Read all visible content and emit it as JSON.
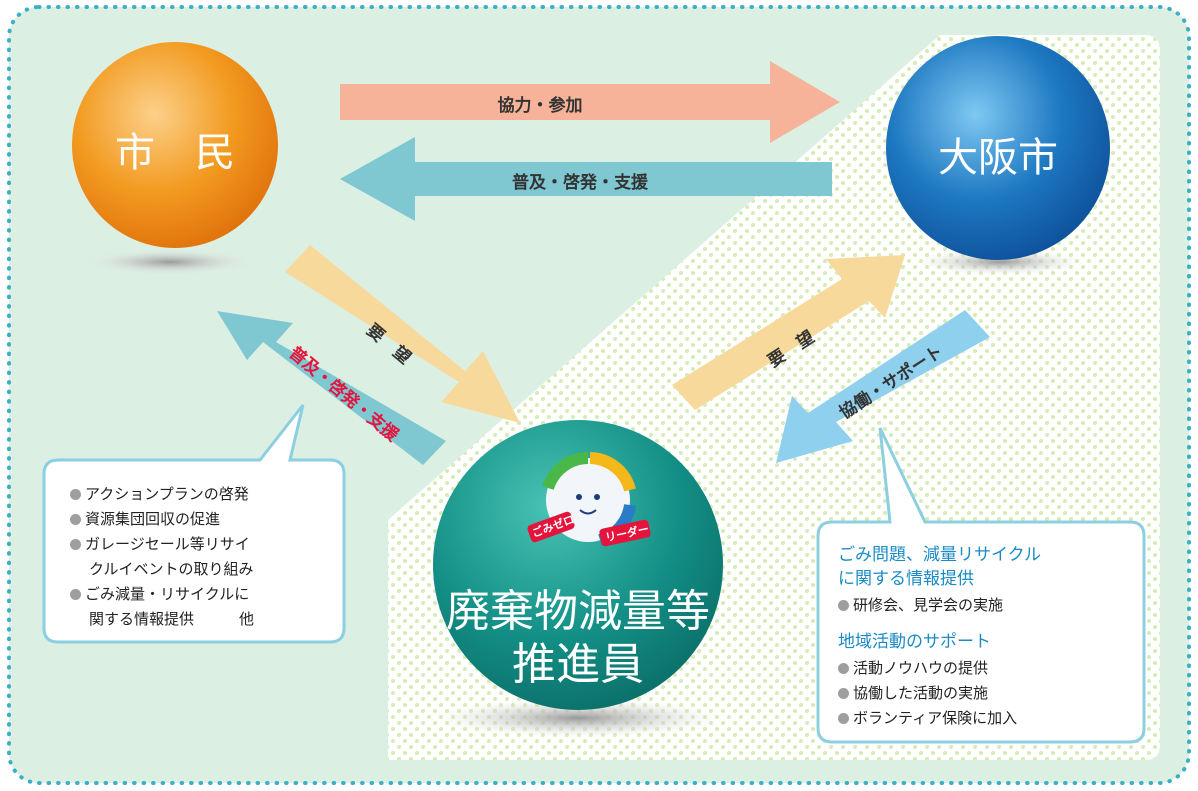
{
  "nodes": {
    "shimin": "市　民",
    "osaka": "大阪市",
    "promoter_line1": "廃棄物減量等",
    "promoter_line2": "推進員"
  },
  "logo": {
    "text_left": "ごみゼロ",
    "text_right": "リーダー"
  },
  "arrows": {
    "kyoryoku": "協力・参加",
    "fukyu_top": "普及・啓発・支援",
    "yobo_left": "要　望",
    "fukyu_left": "普及・啓発・支援",
    "yobo_right": "要　望",
    "kyodo": "協働・サポート"
  },
  "left_box": {
    "items": [
      "アクションプランの啓発",
      "資源集団回収の促進",
      "ガレージセール等リサイ",
      "クルイベントの取り組み",
      "ごみ減量・リサイクルに",
      "関する情報提供　　　他"
    ]
  },
  "right_box": {
    "heading1_line1": "ごみ問題、減量リサイクル",
    "heading1_line2": "に関する情報提供",
    "item1": "研修会、見学会の実施",
    "heading2": "地域活動のサポート",
    "items2": [
      "活動ノウハウの提供",
      "協働した活動の実施",
      "ボランティア保険に加入"
    ]
  },
  "colors": {
    "frame_dots": "#3bb0c4",
    "background": "#dcefe3",
    "shimin_circle": "#f29a1f",
    "osaka_circle": "#1d78c1",
    "promoter_circle": "#138f86",
    "arrow_salmon": "#f7b39a",
    "arrow_teal": "#7fc7d1",
    "arrow_yellow": "#f8d99c",
    "arrow_blue": "#8fd0ee",
    "label_red": "#e4143c"
  }
}
